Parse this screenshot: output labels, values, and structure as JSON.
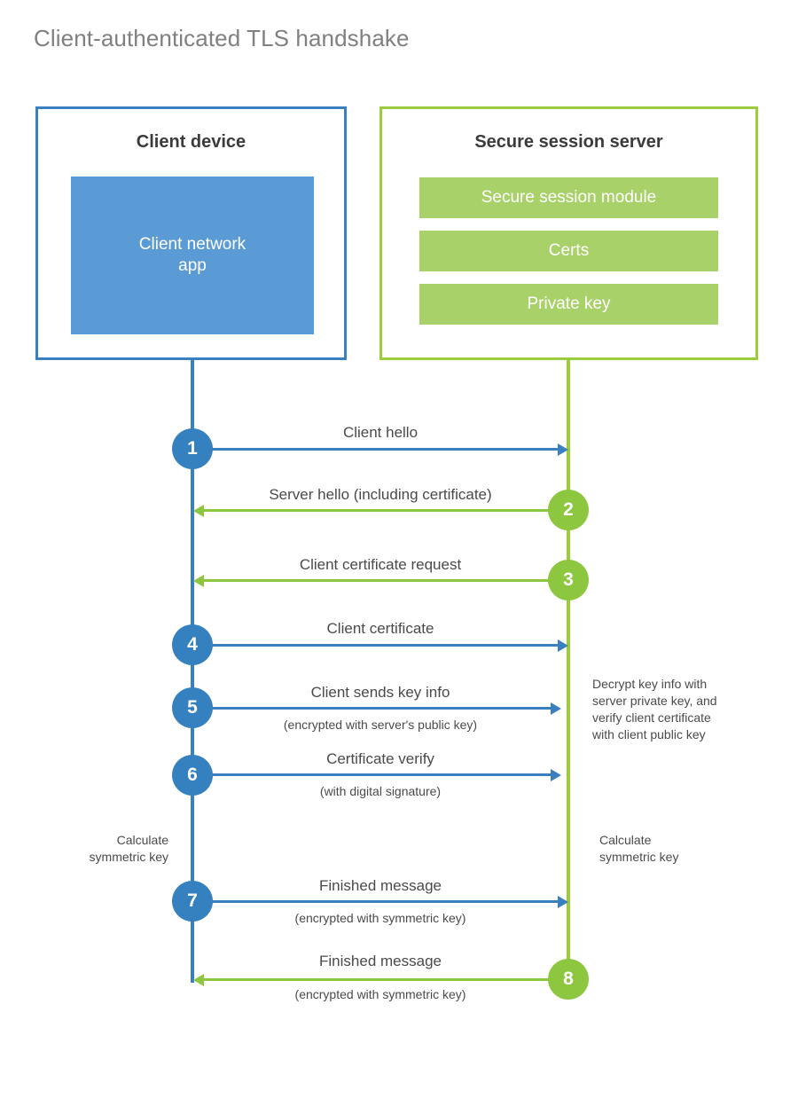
{
  "title": "Client-authenticated TLS handshake",
  "colors": {
    "client_blue": "#3a7fbf",
    "client_fill": "#5b9bd5",
    "server_green": "#9ccb3b",
    "server_fill": "#a9d169",
    "arrow_blue": "#3a7fbf",
    "arrow_green": "#8dc63f",
    "circle_blue": "#3580be",
    "circle_green": "#8dc63f",
    "title_gray": "#808080",
    "text_gray": "#4a4a4a"
  },
  "client": {
    "title": "Client device",
    "app_label": "Client network\napp"
  },
  "server": {
    "title": "Secure session server",
    "bars": [
      {
        "label": "Secure session module"
      },
      {
        "label": "Certs"
      },
      {
        "label": "Private key"
      }
    ]
  },
  "steps": [
    {
      "number": "1",
      "label": "Client hello",
      "sublabel": "",
      "direction": "client-to-server",
      "color": "blue"
    },
    {
      "number": "2",
      "label": "Server hello (including certificate)",
      "sublabel": "",
      "direction": "server-to-client",
      "color": "green"
    },
    {
      "number": "3",
      "label": "Client certificate request",
      "sublabel": "",
      "direction": "server-to-client",
      "color": "green"
    },
    {
      "number": "4",
      "label": "Client certificate",
      "sublabel": "",
      "direction": "client-to-server",
      "color": "blue"
    },
    {
      "number": "5",
      "label": "Client sends key info",
      "sublabel": "(encrypted with server's public key)",
      "direction": "client-to-server",
      "color": "blue"
    },
    {
      "number": "6",
      "label": "Certificate verify",
      "sublabel": "(with digital signature)",
      "direction": "client-to-server",
      "color": "blue"
    },
    {
      "number": "7",
      "label": "Finished message",
      "sublabel": "(encrypted with symmetric key)",
      "direction": "client-to-server",
      "color": "blue"
    },
    {
      "number": "8",
      "label": "Finished message",
      "sublabel": "(encrypted with symmetric key)",
      "direction": "server-to-client",
      "color": "green"
    }
  ],
  "notes": {
    "server_decrypt": "Decrypt key info with\nserver private key, and\nverify client certificate\nwith client public key",
    "client_calculate": "Calculate\nsymmetric key",
    "server_calculate": "Calculate\nsymmetric key"
  }
}
